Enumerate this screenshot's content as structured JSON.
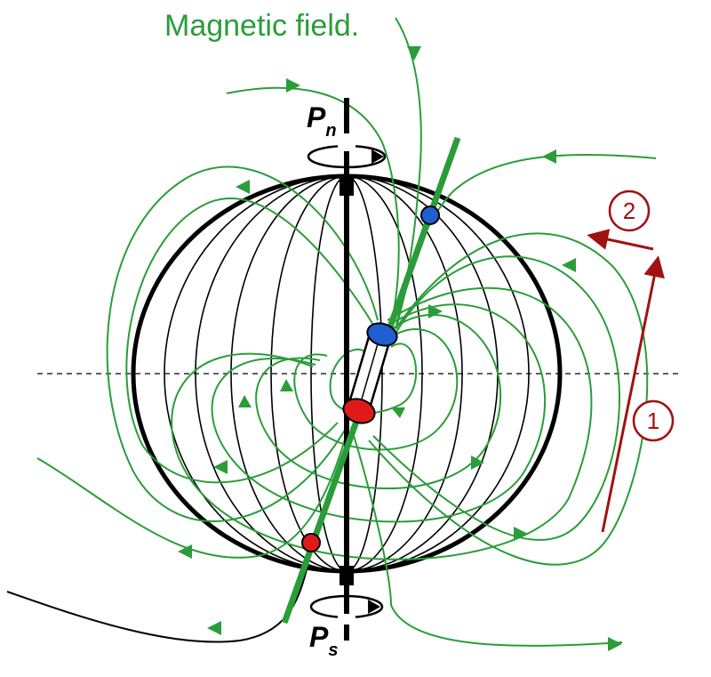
{
  "title": "Magnetic field.",
  "north_pole_label": {
    "letter": "P",
    "sub": "n"
  },
  "south_pole_label": {
    "letter": "P",
    "sub": "s"
  },
  "rotation_markers": [
    "1",
    "2"
  ],
  "colors": {
    "field": "#2a9d3a",
    "magnetic_axis": "#2a9d3a",
    "north_magnet": "#1f5fd1",
    "south_magnet": "#e01a1a",
    "rotation_arrows": "#a01212",
    "sphere": "#000000"
  }
}
